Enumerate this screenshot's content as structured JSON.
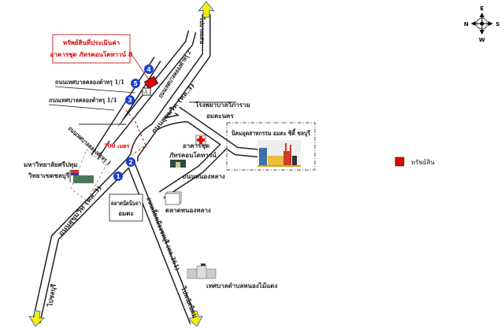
{
  "property_callout": {
    "line1": "ทรัพย์สินที่ประเมินค่า",
    "line2": "อาคารชุด ภัทรคอนโดทาวน์ 8"
  },
  "roads": {
    "soi_1_1": "ถนนเทศบาลคลองตำหรุ 1/1",
    "soi_1_3": "ถนนเทศบาลคลองตำหรุ 1/3",
    "soi_2": "ถนนเทศบาลคลองตำหรุ 2",
    "soi_left": "ถนนเทศบาลคลองตำหรุ 1",
    "sukhumvit_upper": "ถนนสุขุมวิท (ทล.3)",
    "sukhumvit_lower": "ถนนสุขุมวิท (ทล.3)",
    "bypass": "ถนนเลี่ยงเมืองชลบุรี (ทล.361)",
    "nong_lang": "ถนนหนองหลาง"
  },
  "directions": {
    "top": "ไปบางแสน",
    "bottom_left": "ไปชลบุรี",
    "bottom_right": "ไปพนัสนิคม"
  },
  "distance": "700 เมตร",
  "landmarks": {
    "hospital_1": "โรงพยาบาลวิภาราม",
    "hospital_2": "อมตะนคร",
    "industrial": "นิคมอุตสาหกรรม อมตะ ซิตี้ ชลบุรี",
    "condo_1": "อาคารชุด",
    "condo_2": "ภัทรคอนโดทาวน์",
    "market": "ตลาดหนองหลาง",
    "ninja_1": "ตลาดนัดนินจา",
    "ninja_2": "อมตะ",
    "university_1": "มหาวิทยาลัยศรีปทุม",
    "university_2": "วิทยาเขตชลบุรี",
    "municipality": "เทศบาลตำบลหนองไม้แดง"
  },
  "markers": [
    "1",
    "2",
    "3",
    "4",
    "5"
  ],
  "property_tag": "A",
  "compass": {
    "top": "E",
    "left": "N",
    "right": "S",
    "bottom": "W"
  },
  "legend": {
    "label": "ทรัพย์สิน",
    "color": "#e00000"
  },
  "colors": {
    "marker": "#1a3fd0",
    "arrow": "#f5f000",
    "property": "#e00000"
  }
}
